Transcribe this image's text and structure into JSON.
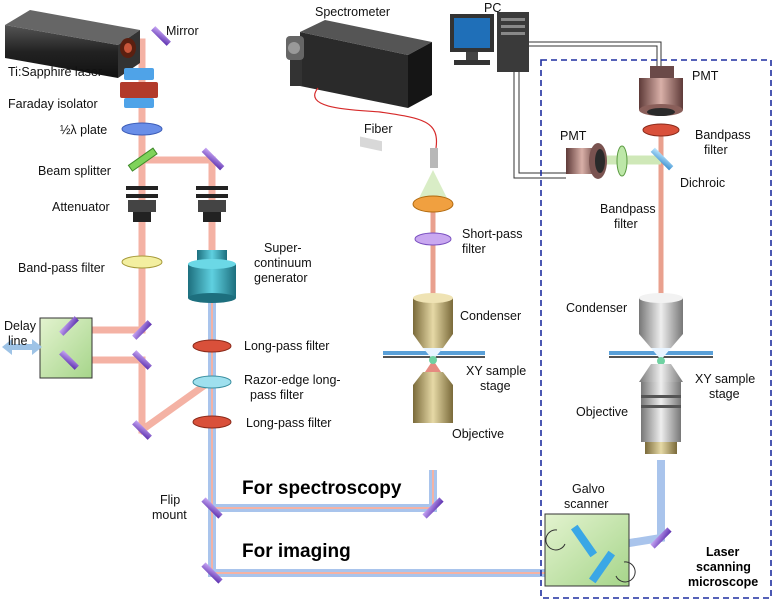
{
  "labels": {
    "mirror": "Mirror",
    "laser": "Ti:Sapphire  laser",
    "faraday": "Faraday isolator",
    "half_wave": "½λ plate",
    "beam_splitter": "Beam  splitter",
    "attenuator": "Attenuator",
    "bandpass_left": "Band-pass filter",
    "delay_line_1": "Delay",
    "delay_line_2": "line",
    "supercontinuum_1": "Super-",
    "supercontinuum_2": "continuum",
    "supercontinuum_3": "generator",
    "longpass_1": "Long-pass  filter",
    "razor_1": "Razor-edge long-",
    "razor_2": "pass filter",
    "longpass_2": "Long-pass  filter",
    "flip_1": "Flip",
    "flip_2": "mount",
    "for_spectroscopy": "For spectroscopy",
    "for_imaging": "For imaging",
    "spectrometer": "Spectrometer",
    "fiber": "Fiber",
    "pc": "PC",
    "shortpass_1": "Short-pass",
    "shortpass_2": "filter",
    "condenser_mid": "Condenser",
    "xy_mid_1": "XY sample",
    "xy_mid_2": "stage",
    "objective_mid": "Objective",
    "pmt_top": "PMT",
    "bandpass_top_1": "Bandpass",
    "bandpass_top_2": "filter",
    "pmt_side": "PMT",
    "dichroic": "Dichroic",
    "bandpass_side_1": "Bandpass",
    "bandpass_side_2": "filter",
    "condenser_right": "Condenser",
    "xy_right_1": "XY sample",
    "xy_right_2": "stage",
    "objective_right": "Objective",
    "galvo_1": "Galvo",
    "galvo_2": "scanner",
    "lsm_1": "Laser",
    "lsm_2": "scanning",
    "lsm_3": "microscope"
  },
  "colors": {
    "beam_red": "#f4b2a4",
    "beam_blue": "#a9c4ec",
    "mirror": "#8a5fd0",
    "box_dashed": "#1f2fa0",
    "filter_red": "#d9503a"
  }
}
